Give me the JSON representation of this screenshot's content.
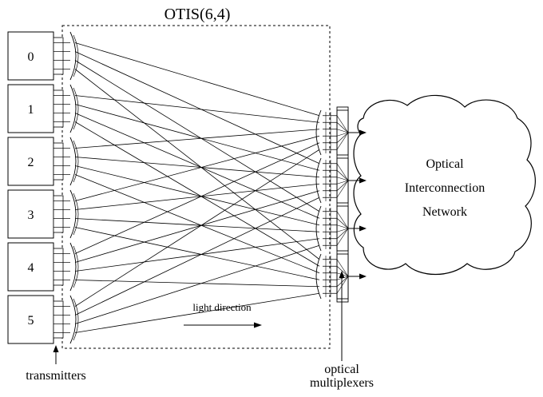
{
  "diagram": {
    "title": "OTIS(6,4)",
    "transmitter_groups": [
      "0",
      "1",
      "2",
      "3",
      "4",
      "5"
    ],
    "network": {
      "line1": "Optical",
      "line2": "Interconnection",
      "line3": "Network"
    },
    "light_direction_label": "light direction",
    "transmitters_label": "transmitters",
    "multiplexers_label_line1": "optical",
    "multiplexers_label_line2": "multiplexers",
    "group_count": 6,
    "transmitters_per_group": 4,
    "multiplexer_count": 4,
    "inputs_per_multiplexer": 6
  }
}
